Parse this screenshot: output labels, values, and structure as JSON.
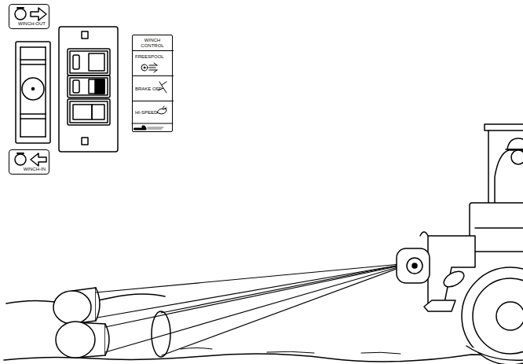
{
  "diagram": {
    "nodes": [
      {
        "text": [
          "WINCH-OUT"
        ]
      },
      {
        "text": [
          "WINCH-IN"
        ]
      },
      {
        "text": [
          "WINCH CONTROL"
        ]
      },
      {
        "text": [
          "FREESPOOL"
        ],
        "in": 2
      },
      {
        "text": [
          "BRAKE OFF"
        ],
        "in": 2
      },
      {
        "text": [
          "HI-SPEED"
        ],
        "in": 2
      }
    ]
  }
}
